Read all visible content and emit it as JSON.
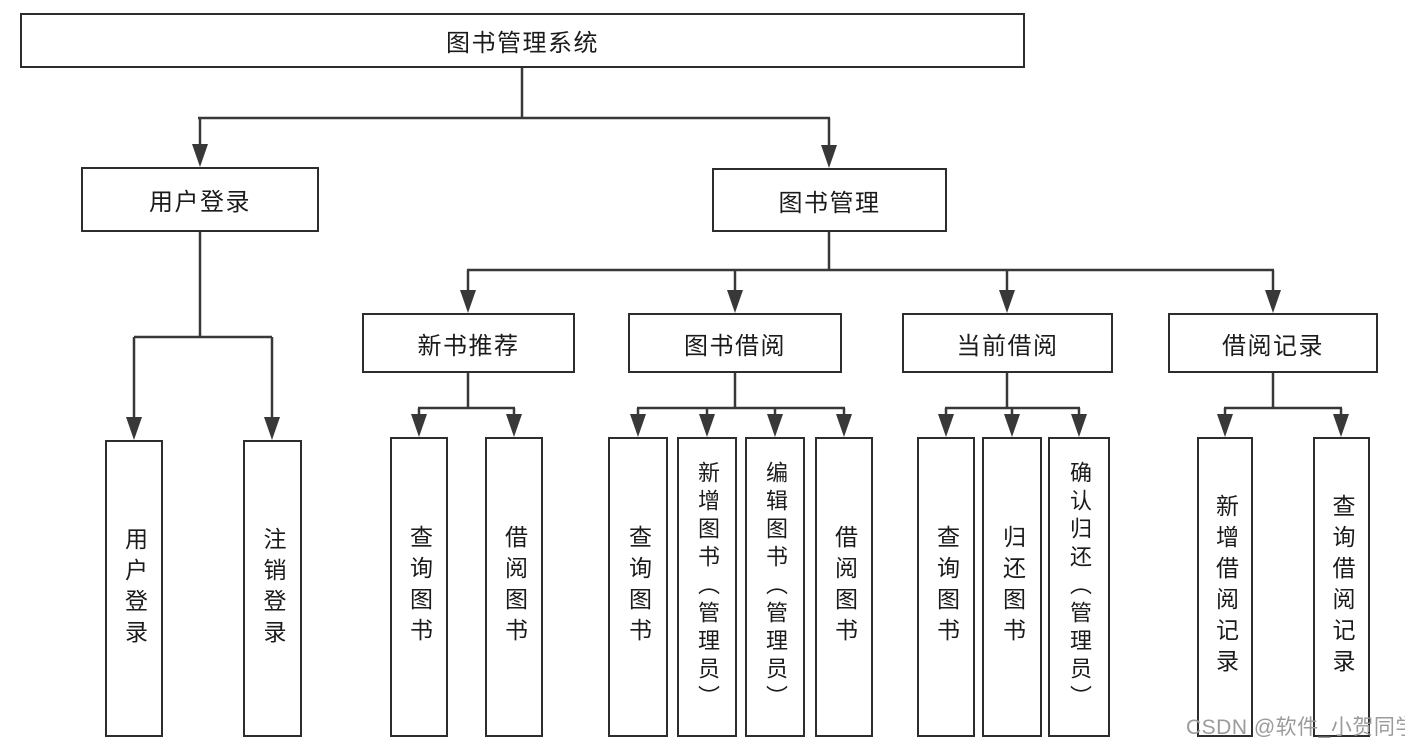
{
  "title": "图书管理系统",
  "colors": {
    "line": "#383838",
    "box_border": "#2d2d2d",
    "box_background": "#ffffff",
    "text": "#1b1b1b",
    "watermark": "#9b9b9b"
  },
  "watermark": {
    "text": "CSDN @软件_小贺同学"
  },
  "tree": {
    "root": {
      "label": "图书管理系统"
    },
    "branches": [
      {
        "label": "用户登录",
        "children": [
          {
            "label": "用户登录"
          },
          {
            "label": "注销登录"
          }
        ]
      },
      {
        "label": "图书管理",
        "children": [
          {
            "label": "新书推荐",
            "children": [
              {
                "label": "查询图书"
              },
              {
                "label": "借阅图书"
              }
            ]
          },
          {
            "label": "图书借阅",
            "children": [
              {
                "label": "查询图书"
              },
              {
                "label": "新增图书（管理员）"
              },
              {
                "label": "编辑图书（管理员）"
              },
              {
                "label": "借阅图书"
              }
            ]
          },
          {
            "label": "当前借阅",
            "children": [
              {
                "label": "查询图书"
              },
              {
                "label": "归还图书"
              },
              {
                "label": "确认归还（管理员）"
              }
            ]
          },
          {
            "label": "借阅记录",
            "children": [
              {
                "label": "新增借阅记录"
              },
              {
                "label": "查询借阅记录"
              }
            ]
          }
        ]
      }
    ]
  }
}
